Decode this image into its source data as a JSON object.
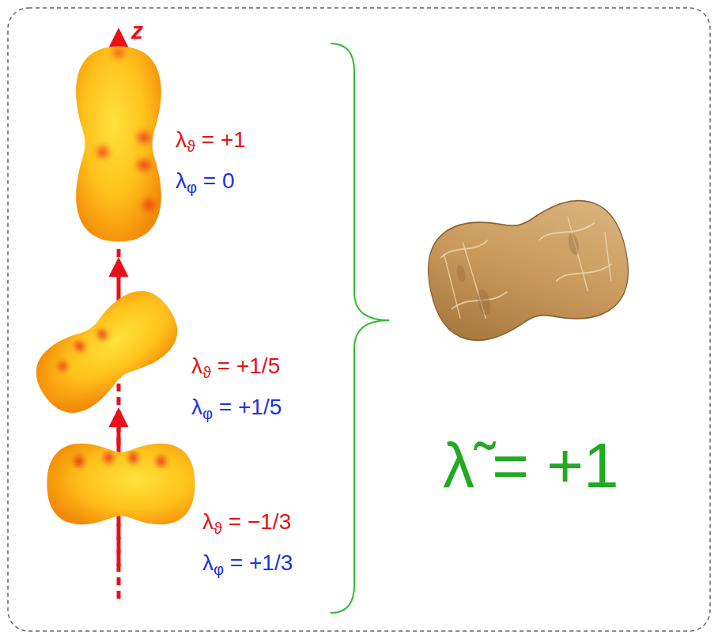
{
  "diagram": {
    "labels": [
      "z",
      "λϑ = +1",
      "λφ = 0",
      "λϑ = +1/5",
      "λφ = +1/5",
      "λϑ = −1/3",
      "λφ = +1/3",
      "λ̃ = +1"
    ]
  }
}
